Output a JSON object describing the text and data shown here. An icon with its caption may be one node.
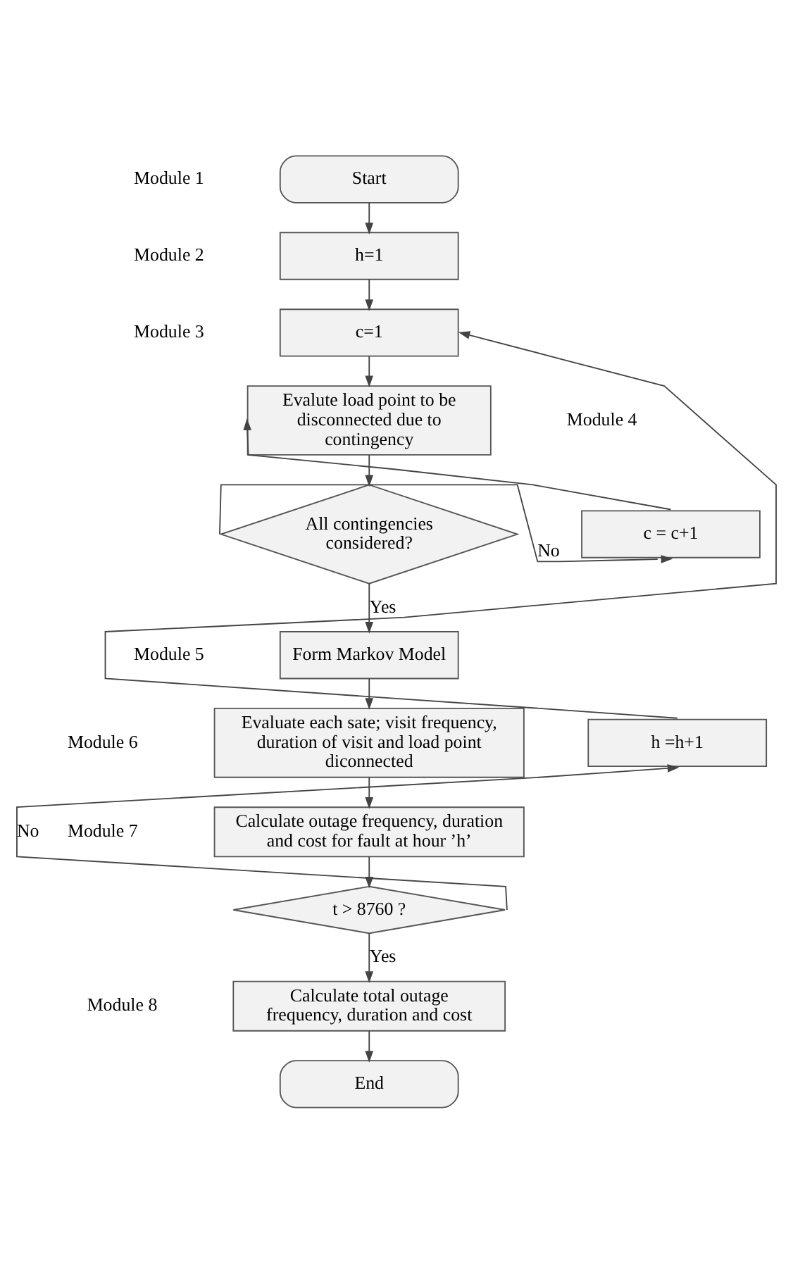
{
  "diagram": {
    "nodes": [
      {
        "text": [
          "Start"
        ],
        "beside": [
          "Module 1"
        ]
      },
      {
        "text": [
          "h=1"
        ],
        "beside": [
          "Module 2"
        ]
      },
      {
        "text": [
          "c=1"
        ],
        "beside": [
          "Module 3"
        ]
      },
      {
        "text": [
          "Evalute load point to be disconnected due to contingency"
        ]
      },
      {
        "text": [
          "c = c+1"
        ]
      },
      {
        "text": [
          "All contingencies considered?"
        ]
      },
      {
        "text": [
          "Form Markov Model"
        ],
        "beside": [
          "Module 5"
        ]
      },
      {
        "text": [
          "Evaluate each sate; visit frequency, duration of visit and load point diconnected"
        ],
        "beside": [
          "Module 6"
        ]
      },
      {
        "text": [
          "Calculate outage frequency, duration and cost for fault at hour ’h’"
        ],
        "beside": [
          "Module 7"
        ]
      },
      {
        "text": [
          "t > 8760 ?"
        ]
      },
      {
        "text": [
          "h =h+1"
        ]
      },
      {
        "text": [
          "Calculate total outage frequency, duration and cost"
        ],
        "beside": [
          "Module 8"
        ]
      },
      {
        "text": [
          "End"
        ]
      }
    ],
    "edges": [
      {
        "from": 0,
        "to": 1,
        "arrow": "to"
      },
      {
        "from": 1,
        "to": 2,
        "arrow": "to"
      },
      {
        "from": 2,
        "to": 3,
        "arrow": "to"
      },
      {
        "from": 3,
        "to": 5,
        "arrow": "to"
      },
      {
        "from": 5,
        "to": 4,
        "arrow": "to",
        "label": "No"
      },
      {
        "from": 4,
        "to": 3,
        "arrow": "to"
      },
      {
        "from": 5,
        "to": 6,
        "arrow": "to",
        "label": "Yes"
      },
      {
        "from": 6,
        "to": 7,
        "arrow": "to"
      },
      {
        "from": 7,
        "to": 8,
        "arrow": "to"
      },
      {
        "from": 8,
        "to": 9,
        "arrow": "to"
      },
      {
        "from": 9,
        "to": 10,
        "arrow": "to",
        "label": "No"
      },
      {
        "from": 10,
        "to": 2,
        "arrow": "to"
      },
      {
        "from": 9,
        "to": 11,
        "arrow": "to",
        "label": "Yes"
      },
      {
        "from": 11,
        "to": 12,
        "arrow": "to"
      }
    ],
    "labels": [
      "Module 4"
    ]
  }
}
